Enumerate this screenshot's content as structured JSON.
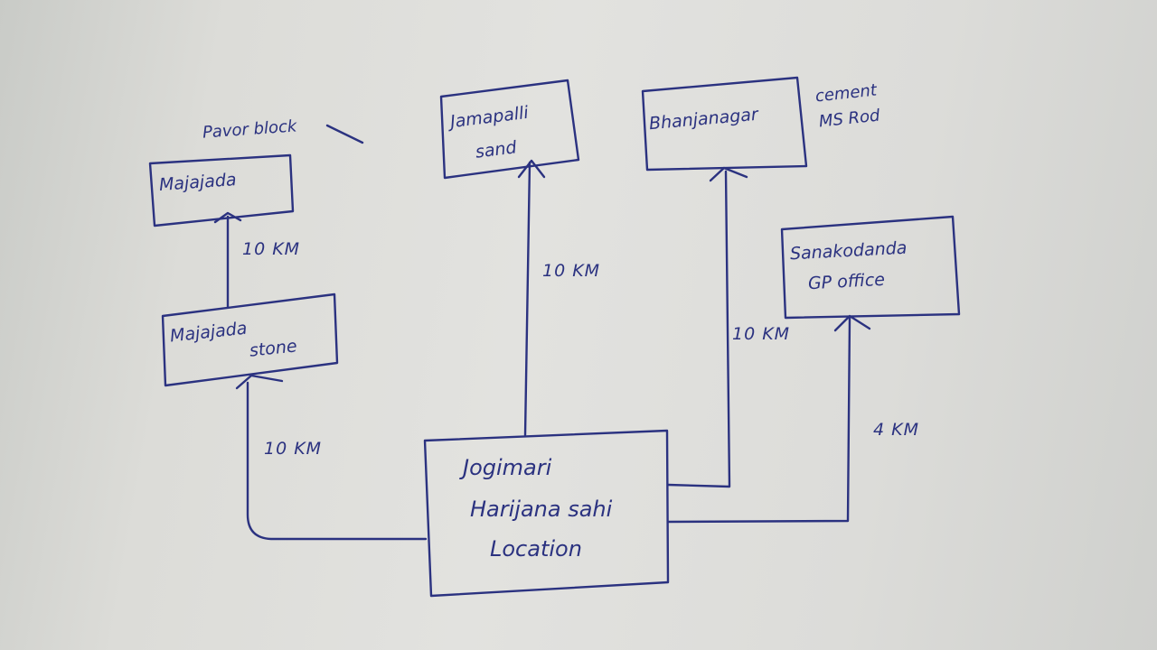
{
  "nodes": {
    "majajada": {
      "line1": "Majajada",
      "note": "Pavor block"
    },
    "majajada_stone": {
      "line1": "Majajada",
      "line2": "stone"
    },
    "jamapalli": {
      "line1": "Jamapalli",
      "line2": "sand"
    },
    "bhanjanagar": {
      "line1": "Bhanjanagar",
      "note1": "cement",
      "note2": "MS Rod"
    },
    "sanakodanda": {
      "line1": "Sanakodanda",
      "line2": "GP office"
    },
    "main": {
      "line1": "Jogimari",
      "line2": "Harijana sahi",
      "line3": "Location"
    }
  },
  "edges": {
    "stone_to_majajada": "10 KM",
    "main_to_stone": "10 KM",
    "main_to_jamapalli": "10 KM",
    "main_to_bhanjanagar": "10 KM",
    "main_to_sanakodanda": "4 KM"
  },
  "colors": {
    "ink": "#2b3280",
    "paper": "#e0e0dd"
  }
}
